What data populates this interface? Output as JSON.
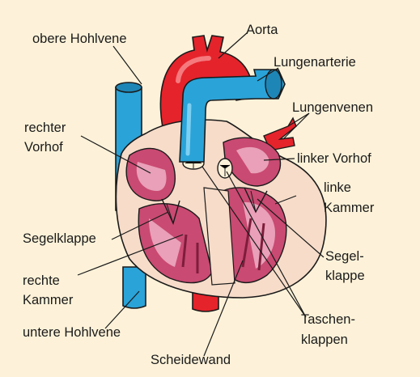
{
  "labels": {
    "superior_vena_cava": "obere Hohlvene",
    "aorta": "Aorta",
    "pulmonary_artery": "Lungenarterie",
    "pulmonary_veins": "Lungenvenen",
    "right_atrium_line1": "rechter",
    "right_atrium_line2": "Vorhof",
    "left_atrium": "linker Vorhof",
    "left_ventricle_line1": "linke",
    "left_ventricle_line2": "Kammer",
    "right_av_valve": "Segelklappe",
    "left_av_valve_line1": "Segel-",
    "left_av_valve_line2": "klappe",
    "right_ventricle_line1": "rechte",
    "right_ventricle_line2": "Kammer",
    "inferior_vena_cava": "untere Hohlvene",
    "semilunar_valves_line1": "Taschen-",
    "semilunar_valves_line2": "klappen",
    "septum": "Scheidewand"
  },
  "colors": {
    "background": "#fdf2d9",
    "heart_wall": "#f6dcc9",
    "chamber": "#c94a72",
    "chamber_light": "#e9a0b8",
    "artery_red": "#e5232b",
    "vein_blue": "#2aa3d8",
    "outline": "#1a1a1a"
  }
}
